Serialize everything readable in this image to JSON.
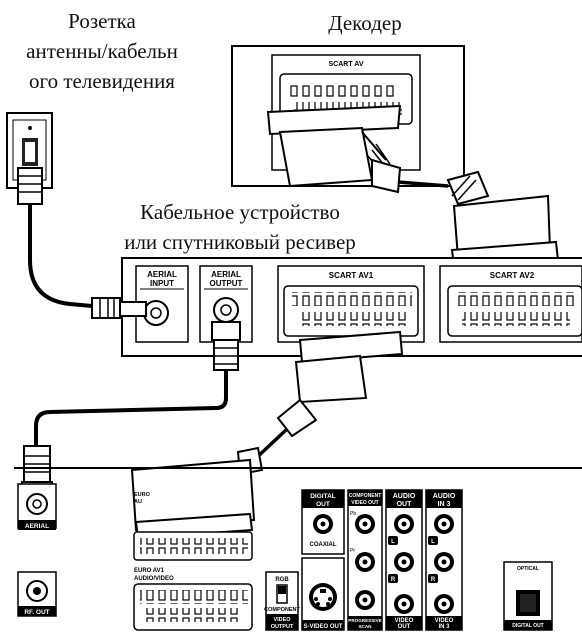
{
  "captions": {
    "antenna_line1": "Розетка",
    "antenna_line2": "антенны/кабельн",
    "antenna_line3": "ого телевидения",
    "decoder": "Декодер",
    "receiver_line1": "Кабельное устройство",
    "receiver_line2": "или спутниковый ресивер"
  },
  "decoder_panel": {
    "scart_label": "SCART AV"
  },
  "receiver_panel": {
    "aerial_input": [
      "AERIAL",
      "INPUT"
    ],
    "aerial_output": [
      "AERIAL",
      "OUTPUT"
    ],
    "scart_av1": "SCART AV1",
    "scart_av2": "SCART AV2"
  },
  "device_panel": {
    "aerial": "AERIAL",
    "rf_out": "RF. OUT",
    "euro_av1": [
      "EURO AV1",
      "AUDIO/VIDEO"
    ],
    "euro_top_partial": [
      "EURO",
      "AU"
    ],
    "rgb": "RGB",
    "component": "COMPONENT",
    "video_output": [
      "VIDEO",
      "OUTPUT"
    ],
    "svideo_out": "S-VIDEO OUT",
    "digital_out": [
      "DIGITAL",
      "OUT"
    ],
    "coaxial": "COAXIAL",
    "component_video_out": [
      "COMPONENT",
      "VIDEO OUT"
    ],
    "pb": "Pb",
    "pr": "Pr",
    "progressive_scan": [
      "PROGRESSIVE",
      "SCAN"
    ],
    "audio_out": [
      "AUDIO",
      "OUT"
    ],
    "audio_in3": [
      "AUDIO",
      "IN 3"
    ],
    "left": "L",
    "right": "R",
    "video_out": [
      "VIDEO",
      "OUT"
    ],
    "video_in3": [
      "VIDEO",
      "IN 3"
    ],
    "optical": "OPTICAL",
    "digital_out_small": "DIGITAL OUT"
  }
}
